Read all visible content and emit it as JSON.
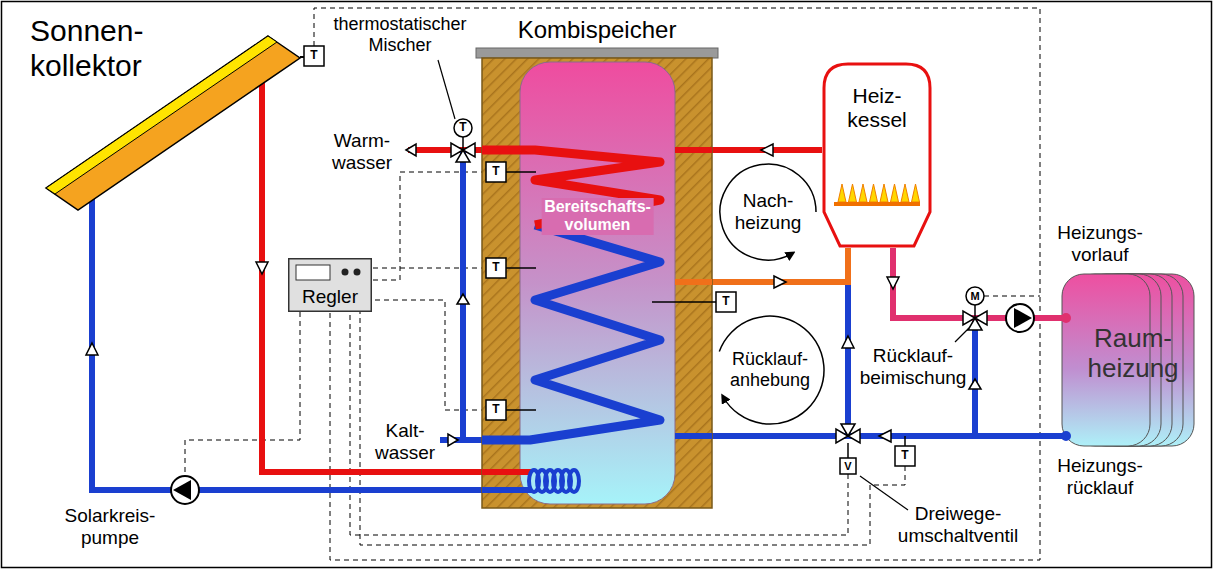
{
  "diagram": {
    "nodes": [
      {
        "text": [
          "Sonnen- kollektor"
        ]
      },
      {
        "text": [
          "Kombispeicher",
          "Bereitschafts- volumen"
        ]
      },
      {
        "text": [
          "Heiz- kessel"
        ]
      },
      {
        "text": [
          "Regler"
        ]
      },
      {
        "text": [
          "Raum- heizung"
        ]
      }
    ],
    "edges": [
      {
        "from": 0,
        "to": 1,
        "arrow": "to"
      },
      {
        "from": 1,
        "to": 0,
        "arrow": "to"
      },
      {
        "from": 2,
        "to": 1,
        "arrow": "to"
      },
      {
        "from": 4,
        "to": 2,
        "arrow": "to"
      },
      {
        "from": 1,
        "to": 2,
        "arrow": "to"
      },
      {
        "from": 2,
        "to": 4,
        "arrow": "to"
      },
      {
        "from": 4,
        "to": 1,
        "arrow": "to"
      }
    ],
    "labels": [
      "thermostatischer Mischer",
      "T",
      "Warm- wasser",
      "T",
      "T",
      "Kalt- wasser",
      "T",
      "T",
      "Nach- heizung",
      "Rücklauf- anhebung",
      "T",
      "M",
      "Heizungs- vorlauf",
      "Rücklauf- beimischung",
      "V",
      "T",
      "Heizungs- rücklauf",
      "Solarkreis- pumpe",
      "Dreiwege- umschaltventil"
    ]
  }
}
